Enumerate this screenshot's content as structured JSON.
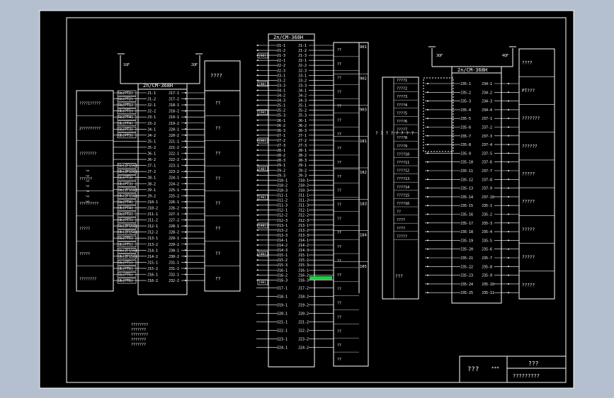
{
  "title_block": {
    "left": "???",
    "mid": "***",
    "right_top": "???",
    "right_bottom": "?????????"
  },
  "left_panel": {
    "module_title": "2n/CM-368H",
    "right_header": "????",
    "side_label": "? ? ? ? ? ? ?",
    "breakers": [
      "1QF",
      "2QF"
    ],
    "groups": [
      "????1?????",
      "2?????????",
      "????????",
      "??????",
      "?????????",
      "?????",
      "?????",
      "????????"
    ],
    "signals": [
      "Ua(PT2)",
      "Ua(PT2)",
      "Ua(PT1)",
      "Ub(PT1)",
      "Ua(PT4)",
      "Ub(PT4)",
      "Ua(PT3)",
      "Ub(PT3)",
      "",
      "",
      "",
      "",
      "Ua(ZF156)",
      "Ub(ZF156)",
      "Ua(PT3)",
      "Ub(PT3)",
      "Ua(ZF156)",
      "Ub(ZF156)",
      "Ua(PT4)",
      "Ub(PT4)",
      "Ua(PT2)",
      "Ub(PT7)",
      "Ua(ZF156)",
      "Ub(ZF156)",
      "Ua(PT5)",
      "Ub(PT5)",
      "Ua(ZF156)",
      "Ub(ZF156)",
      "Ua(PT5)",
      "Ub(PT6)",
      "Ua(PT6)",
      "Ub(PT6)"
    ],
    "pins_left": [
      "J1-1",
      "J1-2",
      "J2-1",
      "J2-2",
      "J3-1",
      "J3-2",
      "J4-1",
      "J4-2",
      "J5-1",
      "J5-2",
      "J6-1",
      "J6-2",
      "J7-1",
      "J7-2",
      "J8-1",
      "J8-2",
      "J9-1",
      "J9-2",
      "J10-1",
      "J10-2",
      "J11-1",
      "J11-2",
      "J12-1",
      "J12-2",
      "J13-1",
      "J13-2",
      "J14-1",
      "J14-2",
      "J15-1",
      "J15-2",
      "J16-1",
      "J16-2"
    ],
    "pins_right": [
      "J17-1",
      "J17-2",
      "J18-1",
      "J18-2",
      "J19-1",
      "J19-2",
      "J20-1",
      "J20-2",
      "J21-1",
      "J21-2",
      "J22-1",
      "J22-2",
      "J23-1",
      "J23-2",
      "J24-1",
      "J24-2",
      "J25-1",
      "J25-2",
      "J26-1",
      "J26-2",
      "J27-1",
      "J27-2",
      "J28-1",
      "J28-2",
      "J29-1",
      "J29-2",
      "J30-1",
      "J30-2",
      "J31-1",
      "J31-2",
      "J32-1",
      "J32-2"
    ],
    "right_cells": [
      "??",
      "??",
      "??",
      "??",
      "??",
      "??",
      "??",
      "??"
    ]
  },
  "middle_panel": {
    "module_title": "2n/CM-368H",
    "pins_left": [
      "J1-1",
      "J1-2",
      "J1-3",
      "J2-1",
      "J2-2",
      "J2-3",
      "J3-1",
      "J3-2",
      "J3-3",
      "J4-1",
      "J4-2",
      "J4-3",
      "J5-1",
      "J5-2",
      "J5-3",
      "J6-1",
      "J6-2",
      "J6-3",
      "J7-1",
      "J7-2",
      "J7-3",
      "J8-1",
      "J8-2",
      "J8-3",
      "J9-1",
      "J9-2",
      "J9-3",
      "J10-1",
      "J10-2",
      "J10-3",
      "J11-1",
      "J11-2",
      "J11-3",
      "J12-1",
      "J12-2",
      "J12-3",
      "J13-1",
      "J13-2",
      "J13-3",
      "J14-1",
      "J14-2",
      "J14-3",
      "J15-1",
      "J15-2",
      "J15-3",
      "J16-1",
      "J16-2",
      "J16-3"
    ],
    "pins_right": [
      "J1-1",
      "J1-2",
      "J1-3",
      "J2-1",
      "J2-2",
      "J2-3",
      "J3-1",
      "J3-2",
      "J3-3",
      "J4-1",
      "J4-2",
      "J4-3",
      "J5-1",
      "J5-2",
      "J5-3",
      "J6-1",
      "J6-2",
      "J6-3",
      "J7-1",
      "J7-2",
      "J7-3",
      "J8-1",
      "J8-2",
      "J8-3",
      "J9-1",
      "J9-2",
      "J9-3",
      "J10-1",
      "J10-2",
      "J10-3",
      "J11-1",
      "J11-2",
      "J11-3",
      "J12-1",
      "J12-2",
      "J12-3",
      "J13-1",
      "J13-2",
      "J13-3",
      "J14-1",
      "J14-2",
      "J14-3",
      "J15-1",
      "J15-2",
      "J15-3",
      "J16-1",
      "J16-2",
      "J16-3"
    ],
    "bottom_pins_left": [
      "J17-1",
      "J18-1",
      "J19-1",
      "J20-1",
      "J21-1",
      "J22-1",
      "J23-1",
      "J24-1"
    ],
    "bottom_pins_right": [
      "J17-2",
      "J18-2",
      "J19-2",
      "J20-2",
      "J21-2",
      "J22-2",
      "J23-2",
      "J24-2"
    ],
    "tags": [
      "[X0]",
      "[X0]",
      "[X0]",
      "[X0]",
      "[X0]",
      "[X0]",
      "[X0]",
      "[X0]",
      "[X0]"
    ],
    "right_codes": [
      "901",
      "902",
      "903",
      "181",
      "182",
      "183",
      "184",
      "185"
    ],
    "right_cells": [
      "??",
      "??",
      "??",
      "??",
      "??",
      "??",
      "??",
      "??",
      "??",
      "??",
      "??",
      "??",
      "??",
      "??",
      "??",
      "??",
      "??",
      "??",
      "??",
      "??",
      "??",
      "??",
      "??"
    ]
  },
  "right_panel": {
    "module_title": "2n/CM-368H",
    "breakers": [
      "3QF",
      "4QF"
    ],
    "left_labels": [
      "????1",
      "????2",
      "????3",
      "????4",
      "????5",
      "????6",
      "????7",
      "????8",
      "????9",
      "????10",
      "????11",
      "????12",
      "????13",
      "????14",
      "????15",
      "????16",
      "??",
      "????",
      "????",
      "?????"
    ],
    "left_bottom": "???",
    "side_label": "? ? ? ? ? ? ? ?",
    "pins_left": [
      "J35-1",
      "J35-2",
      "J35-3",
      "J35-4",
      "J35-5",
      "J35-6",
      "J35-7",
      "J35-8",
      "J35-9",
      "J35-10",
      "J35-11",
      "J35-12",
      "J35-13",
      "J35-14",
      "J35-15",
      "J35-16",
      "J35-17",
      "J35-18",
      "J35-19",
      "J35-20",
      "J35-21",
      "J35-22",
      "J35-23",
      "J35-24",
      "J35-25"
    ],
    "pins_right": [
      "J34-1",
      "J34-2",
      "J34-3",
      "J34-4",
      "J37-1",
      "J37-2",
      "J37-3",
      "J37-4",
      "J37-5",
      "J37-6",
      "J37-7",
      "J37-8",
      "J37-9",
      "J37-10",
      "J35-1",
      "J35-2",
      "J35-3",
      "J35-4",
      "J35-5",
      "J35-6",
      "J35-7",
      "J35-8",
      "J35-9",
      "J35-10",
      "J35-11"
    ],
    "right_cells": [
      "????",
      "PT???",
      "???????",
      "??????",
      "?????",
      "?????",
      "?????",
      "?????",
      "?????"
    ]
  },
  "bottom_notes": [
    "????????",
    "???????",
    "????????",
    "???????",
    "???????"
  ],
  "highlight_color": "#22cc44"
}
